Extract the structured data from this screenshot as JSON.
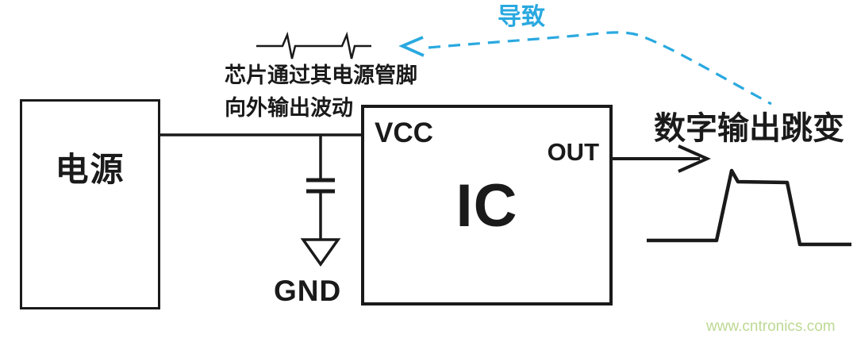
{
  "diagram": {
    "title_context": "IC power-noise causing digital output transition diagram",
    "colors": {
      "line": "#1a1a1a",
      "accent": "#2aa9e0",
      "watermark": "#bdd994",
      "background": "#ffffff"
    },
    "power_box": {
      "label": "电源"
    },
    "ic_box": {
      "label": "IC",
      "vcc_pin": "VCC",
      "out_pin": "OUT"
    },
    "ground": {
      "label": "GND"
    },
    "annotations": {
      "noise_caption_line1": "芯片通过其电源管脚",
      "noise_caption_line2": "向外输出波动",
      "cause_label": "导致",
      "output_label": "数字输出跳变"
    },
    "symbols": [
      "glitch-waveform-icon",
      "capacitor-icon",
      "ground-icon",
      "out-arrow-icon",
      "cause-dashed-arrow-icon",
      "output-pulse-waveform-icon"
    ],
    "watermark": {
      "text": "www.cntronics.com"
    }
  }
}
